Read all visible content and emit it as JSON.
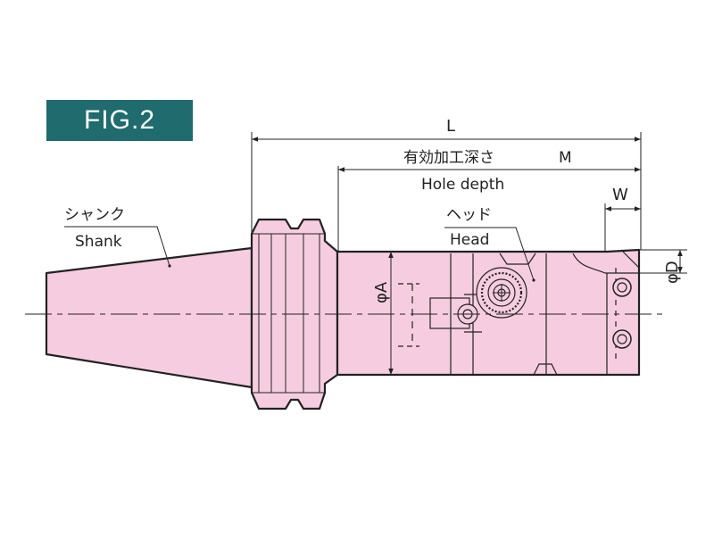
{
  "figure": {
    "label": "FIG.2",
    "badge_color": "#1f6b6e",
    "body_fill": "#f6cde0",
    "outline_color": "#222222"
  },
  "dimensions": {
    "L": "L",
    "M_jp": "有効加工深さ",
    "M": "M",
    "M_en": "Hole depth",
    "W": "W",
    "phiA": "φA",
    "phiD": "φD"
  },
  "parts": {
    "shank_jp": "シャンク",
    "shank_en": "Shank",
    "head_jp": "ヘッド",
    "head_en": "Head"
  }
}
